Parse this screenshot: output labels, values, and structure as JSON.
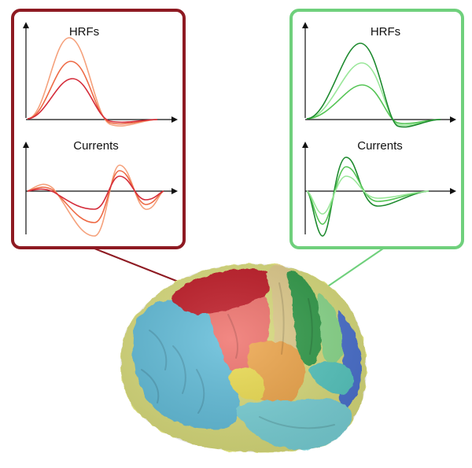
{
  "panels": [
    {
      "id": "left",
      "border_color": "#8e1a22",
      "curve_colors": [
        "#f5a17c",
        "#ee6a45",
        "#d42c3a"
      ],
      "hrf_title": "HRFs",
      "currents_title": "Currents"
    },
    {
      "id": "right",
      "border_color": "#6fd07c",
      "curve_colors": [
        "#9ae79a",
        "#55c555",
        "#1d8a2e"
      ],
      "hrf_title": "HRFs",
      "currents_title": "Currents"
    }
  ],
  "brain": {
    "regions": [
      {
        "name": "posterior-cyan",
        "color": "#5fbcd9"
      },
      {
        "name": "occipital-yellow",
        "color": "#d9dc7a"
      },
      {
        "name": "red-highlight",
        "color": "#bf1324"
      },
      {
        "name": "salmon-region",
        "color": "#ef6e67"
      },
      {
        "name": "beige-band",
        "color": "#e0cb8a"
      },
      {
        "name": "green-highlight",
        "color": "#2e9a46"
      },
      {
        "name": "light-green",
        "color": "#89d98a"
      },
      {
        "name": "orange-region",
        "color": "#eea446"
      },
      {
        "name": "yellow-region",
        "color": "#ecdc4e"
      },
      {
        "name": "temporal-cyan",
        "color": "#79d2d8"
      },
      {
        "name": "blue-frontal",
        "color": "#4a6fd0"
      },
      {
        "name": "teal-region",
        "color": "#55c7c0"
      }
    ]
  }
}
